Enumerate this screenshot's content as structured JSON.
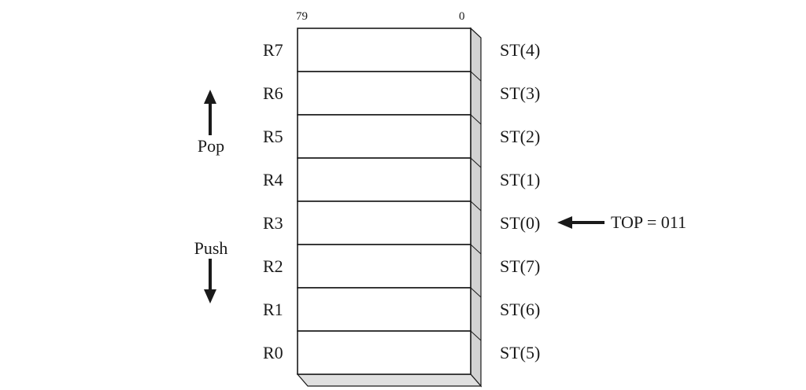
{
  "bit_labels": {
    "high": "79",
    "low": "0"
  },
  "registers": [
    {
      "physical": "R7",
      "stack": "ST(4)"
    },
    {
      "physical": "R6",
      "stack": "ST(3)"
    },
    {
      "physical": "R5",
      "stack": "ST(2)"
    },
    {
      "physical": "R4",
      "stack": "ST(1)"
    },
    {
      "physical": "R3",
      "stack": "ST(0)"
    },
    {
      "physical": "R2",
      "stack": "ST(7)"
    },
    {
      "physical": "R1",
      "stack": "ST(6)"
    },
    {
      "physical": "R0",
      "stack": "ST(5)"
    }
  ],
  "pop_label": "Pop",
  "push_label": "Push",
  "top_pointer": {
    "label": "TOP = 011",
    "points_to": "ST(0)"
  }
}
